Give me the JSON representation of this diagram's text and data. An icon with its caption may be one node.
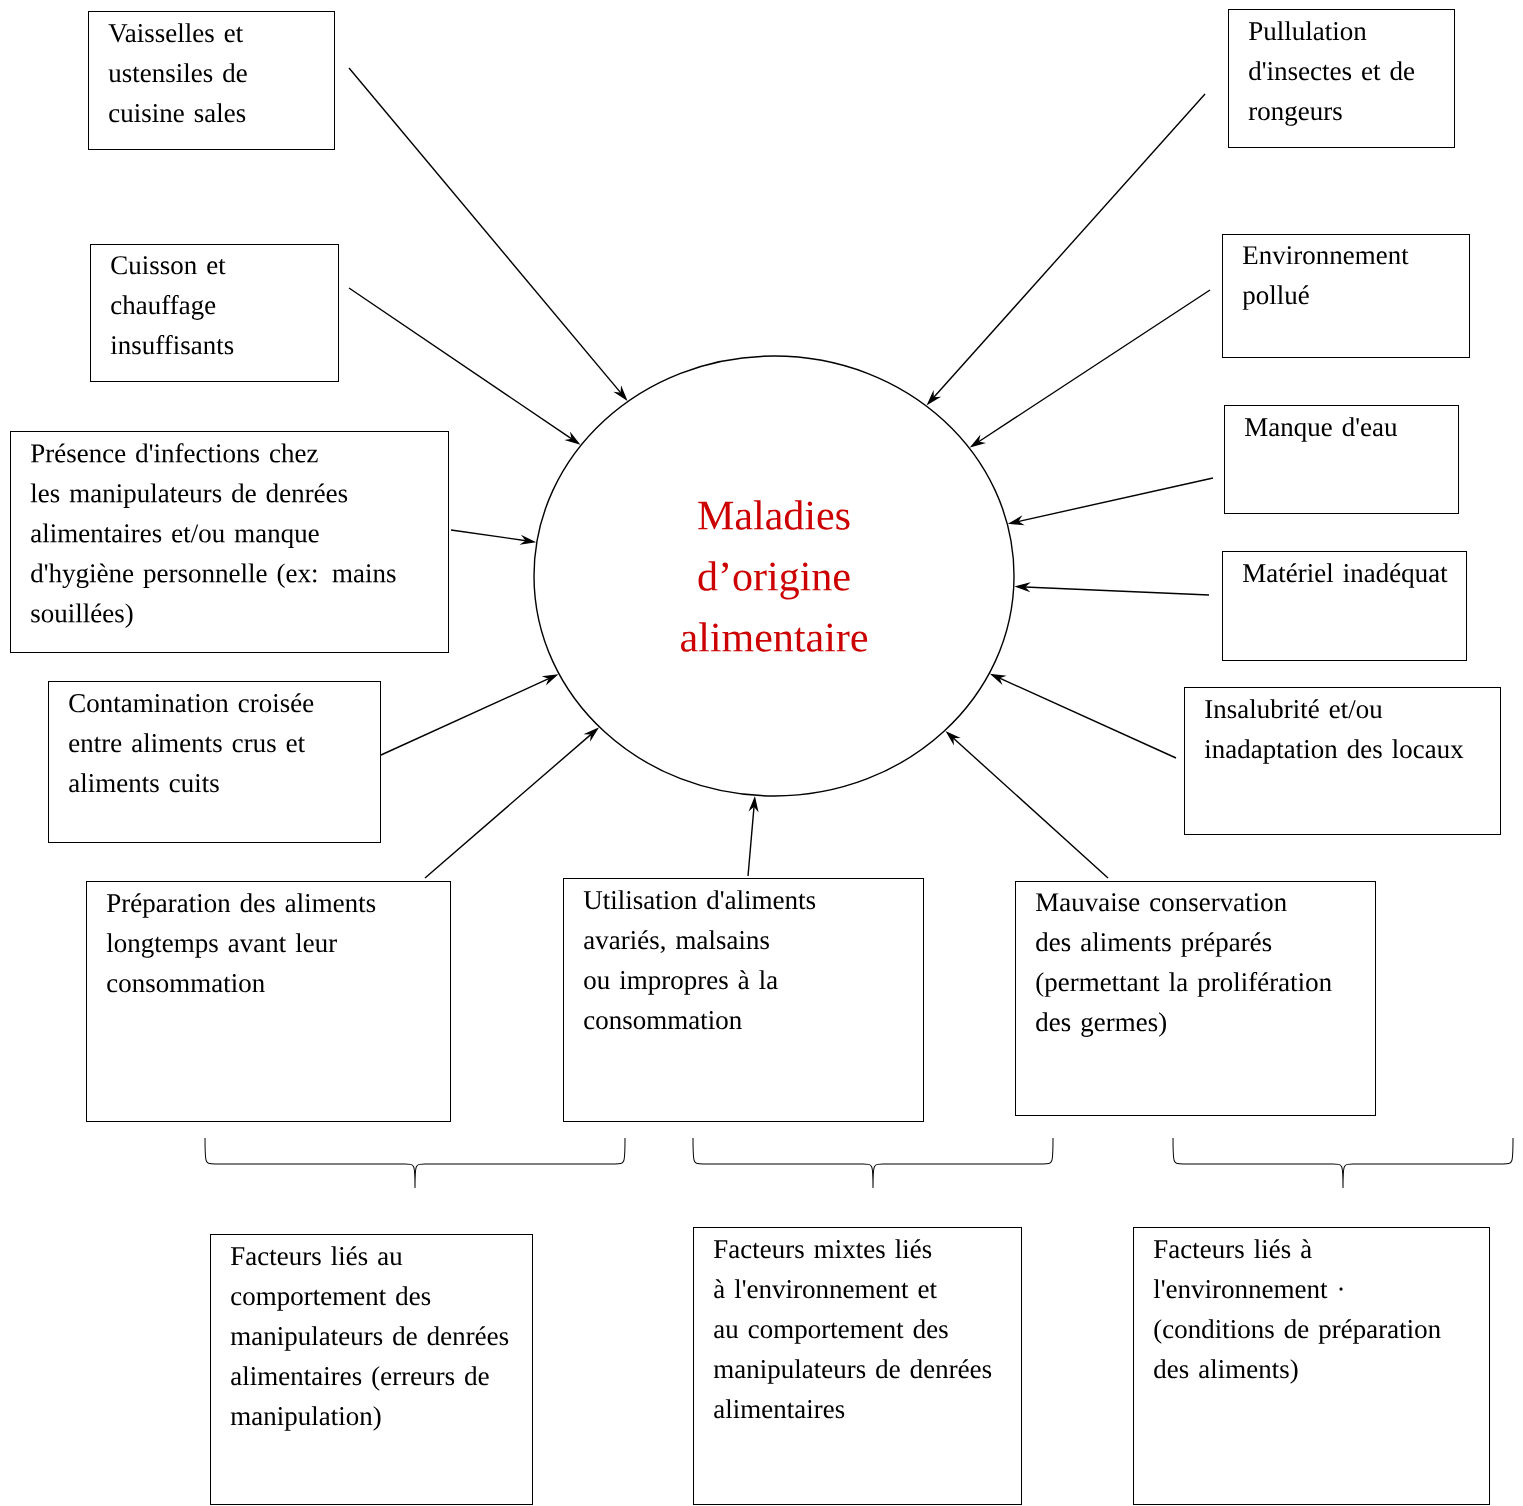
{
  "diagram": {
    "nodes": [
      {
        "text": [
          "Maladies d’origine alimentaire"
        ]
      },
      {
        "text": [
          "Vaisselles et ustensiles de cuisine sales"
        ]
      },
      {
        "text": [
          "Cuisson et chauffage insuffisants"
        ]
      },
      {
        "text": [
          "Présence d'infections chez les manipulateurs de denrées alimentaires et/ou manque d'hygiène personnelle (ex: mains souillées)"
        ]
      },
      {
        "text": [
          "Contamination croisée entre aliments crus et aliments cuits"
        ]
      },
      {
        "text": [
          "Préparation des aliments longtemps avant leur consommation"
        ]
      },
      {
        "text": [
          "Utilisation d'aliments avariés, malsains ou impropres à la consommation"
        ]
      },
      {
        "text": [
          "Mauvaise conservation des aliments préparés (permettant la prolifération des germes)"
        ]
      },
      {
        "text": [
          "Pullulation d'insectes et de rongeurs"
        ]
      },
      {
        "text": [
          "Environnement pollué"
        ]
      },
      {
        "text": [
          "Manque d'eau"
        ]
      },
      {
        "text": [
          "Matériel inadéquat"
        ]
      },
      {
        "text": [
          "Insalubrité et/ou inadaptation des locaux"
        ]
      },
      {
        "text": [
          "Facteurs liés au comportement des manipulateurs de denrées alimentaires (erreurs de manipulation)"
        ]
      },
      {
        "text": [
          "Facteurs mixtes liés à l'environnement et au comportement des manipulateurs de denrées alimentaires"
        ]
      },
      {
        "text": [
          "Facteurs liés à l'environnement · (conditions de préparation des aliments)"
        ]
      }
    ],
    "edges": [
      {
        "from": 1,
        "to": 0,
        "arrow": "to"
      },
      {
        "from": 2,
        "to": 0,
        "arrow": "to"
      },
      {
        "from": 3,
        "to": 0,
        "arrow": "to"
      },
      {
        "from": 4,
        "to": 0,
        "arrow": "to"
      },
      {
        "from": 5,
        "to": 0,
        "arrow": "to"
      },
      {
        "from": 6,
        "to": 0,
        "arrow": "to"
      },
      {
        "from": 7,
        "to": 0,
        "arrow": "to"
      },
      {
        "from": 8,
        "to": 0,
        "arrow": "to"
      },
      {
        "from": 9,
        "to": 0,
        "arrow": "to"
      },
      {
        "from": 10,
        "to": 0,
        "arrow": "to"
      },
      {
        "from": 11,
        "to": 0,
        "arrow": "to"
      },
      {
        "from": 12,
        "to": 0,
        "arrow": "to"
      }
    ]
  }
}
